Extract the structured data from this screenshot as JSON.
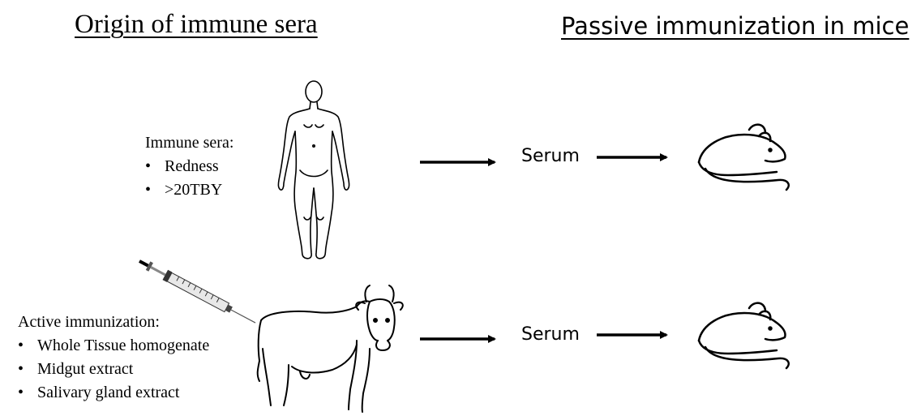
{
  "headings": {
    "left": "Origin of immune sera",
    "right": "Passive immunization in mice"
  },
  "human_block": {
    "title": "Immune sera:",
    "items": [
      "Redness",
      ">20TBY"
    ]
  },
  "cow_block": {
    "title": "Active immunization:",
    "items": [
      "Whole Tissue homogenate",
      "Midgut extract",
      "Salivary gland extract"
    ]
  },
  "flows": [
    {
      "serum_label": "Serum"
    },
    {
      "serum_label": "Serum"
    }
  ],
  "icons": [
    "human-figure-icon",
    "syringe-icon",
    "cow-icon",
    "mouse-icon",
    "arrow-icon"
  ]
}
